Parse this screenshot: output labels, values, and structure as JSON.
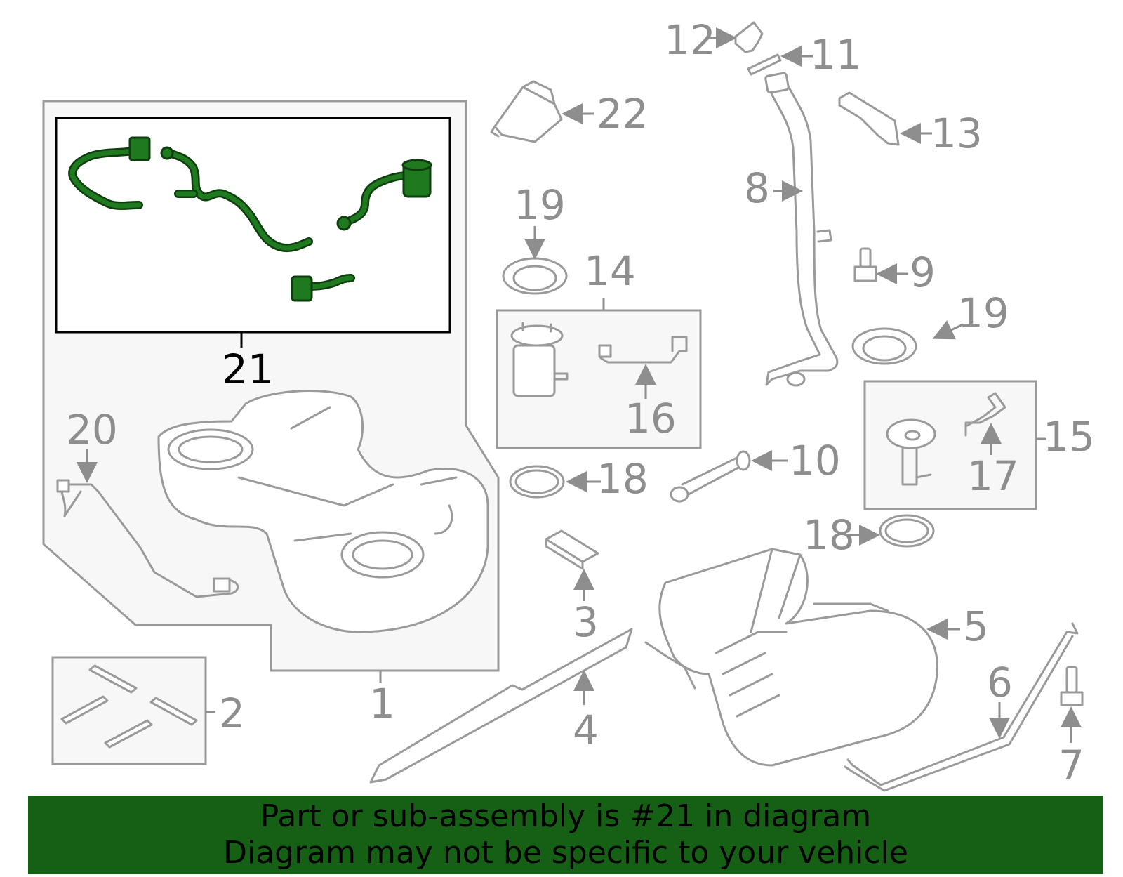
{
  "callouts": {
    "c1": "1",
    "c2": "2",
    "c3": "3",
    "c4": "4",
    "c5": "5",
    "c6": "6",
    "c7": "7",
    "c8": "8",
    "c9": "9",
    "c10": "10",
    "c11": "11",
    "c12": "12",
    "c13": "13",
    "c14": "14",
    "c15": "15",
    "c16": "16",
    "c17": "17",
    "c18a": "18",
    "c18b": "18",
    "c19a": "19",
    "c19b": "19",
    "c20": "20",
    "c21": "21",
    "c22": "22"
  },
  "highlight": {
    "part": "21",
    "color": "#1f7a1f"
  },
  "banner": {
    "line1": "Part or sub-assembly is #21 in diagram",
    "line2": "Diagram may not be specific to your vehicle",
    "color": "#166016"
  }
}
